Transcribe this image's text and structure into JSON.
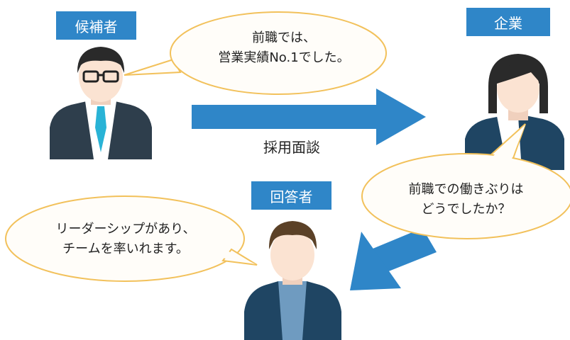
{
  "labels": {
    "candidate": "候補者",
    "company": "企業",
    "respondent": "回答者"
  },
  "bubbles": {
    "candidate_line1": "前職では、",
    "candidate_line2": "営業実績No.1でした。",
    "company_line1": "前職での働きぶりは",
    "company_line2": "どうでしたか？",
    "respondent_line1": "リーダーシップがあり、",
    "respondent_line2": "チームを率いれます。"
  },
  "caption": "採用面談",
  "colors": {
    "label_bg": "#2f86c8",
    "arrow": "#2f86c8",
    "bubble_fill": "#fffdf9",
    "bubble_stroke": "#f2c15b",
    "suit_dark": "#2e3e4c",
    "suit_navy": "#1f4563",
    "shirt_blue": "#6f9bc0",
    "skin": "#fbe3d2",
    "hair_dark": "#2a2a2a",
    "hair_brown": "#5b4127",
    "tie": "#29b3d6"
  },
  "icons": [
    "male-candidate-with-glasses",
    "female-company-recruiter",
    "male-respondent"
  ]
}
